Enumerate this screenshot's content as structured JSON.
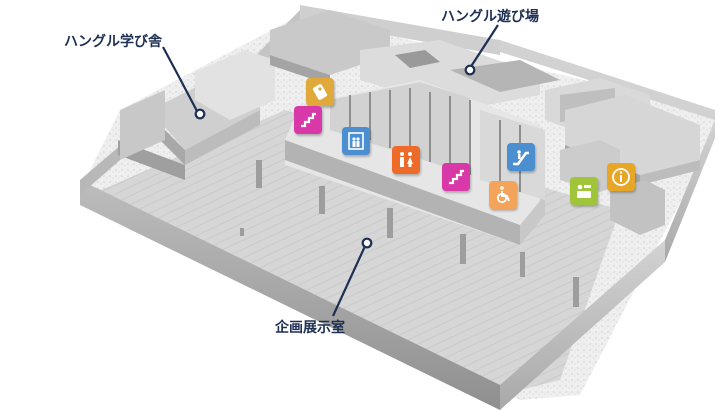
{
  "areas": {
    "hangul_school": "ハングル学び舎",
    "hangul_playground": "ハングル遊び場",
    "exhibition_room": "企画展示室"
  },
  "facility_icons": [
    {
      "icon": "ticket-machine-icon",
      "color": "#e0a93a"
    },
    {
      "icon": "stairs-icon",
      "color": "#d838a8"
    },
    {
      "icon": "elevator-icon",
      "color": "#4c8fd0"
    },
    {
      "icon": "restroom-icon",
      "color": "#ee6a28"
    },
    {
      "icon": "stairs-icon",
      "color": "#d838a8"
    },
    {
      "icon": "escalator-icon",
      "color": "#4c8fd0"
    },
    {
      "icon": "wheelchair-icon",
      "color": "#f3a45a"
    },
    {
      "icon": "locker-icon",
      "color": "#a0c43a"
    },
    {
      "icon": "information-icon",
      "color": "#e8a628"
    }
  ],
  "colors": {
    "label_text": "#1d2f52",
    "leader_line": "#1d2f52"
  }
}
